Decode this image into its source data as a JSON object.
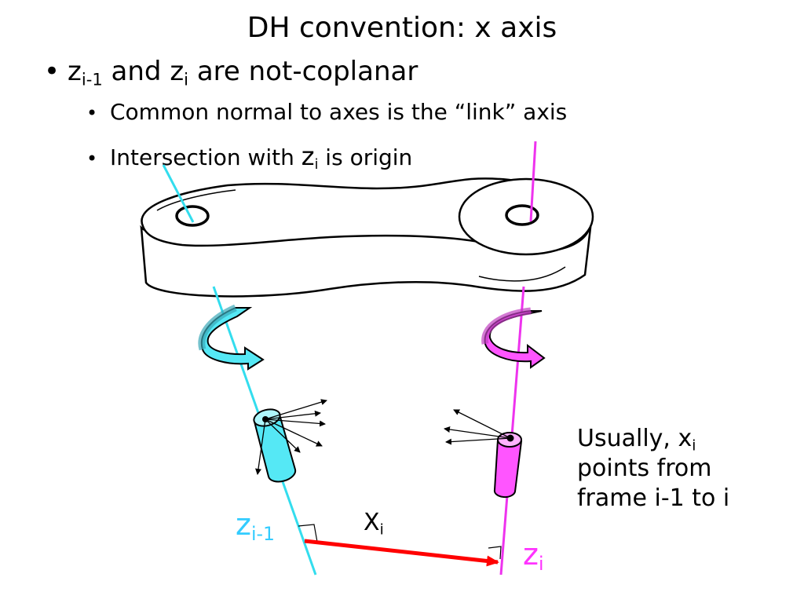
{
  "slide": {
    "title": "DH convention: x axis",
    "bullet1": {
      "z_a": "z",
      "sub_a": "i-1",
      "text_mid": " and z",
      "sub_b": "i",
      "text_end": " are not-coplanar"
    },
    "bullet2a": {
      "text": "Common normal to axes is the “link” axis"
    },
    "bullet2b": {
      "text_pre": "Intersection with ",
      "z": "z",
      "sub": "i",
      "text_post": " is origin"
    },
    "bullet_glyph": "•"
  },
  "note": {
    "line1_pre": "Usually, x",
    "line1_sub": "i",
    "line2": "points from",
    "line3": "frame i-1 to i"
  },
  "labels": {
    "z_prev": {
      "base": "z",
      "sub": "i-1"
    },
    "z_cur": {
      "base": "z",
      "sub": "i"
    },
    "x_cur": {
      "base": "X",
      "sub": "i"
    }
  },
  "colors": {
    "z_prev_axis": "#33ddee",
    "z_cur_axis": "#ee33ee",
    "x_axis": "#ff0000",
    "cyan_fill": "#55e8f5",
    "magenta_fill": "#ff55ff"
  }
}
